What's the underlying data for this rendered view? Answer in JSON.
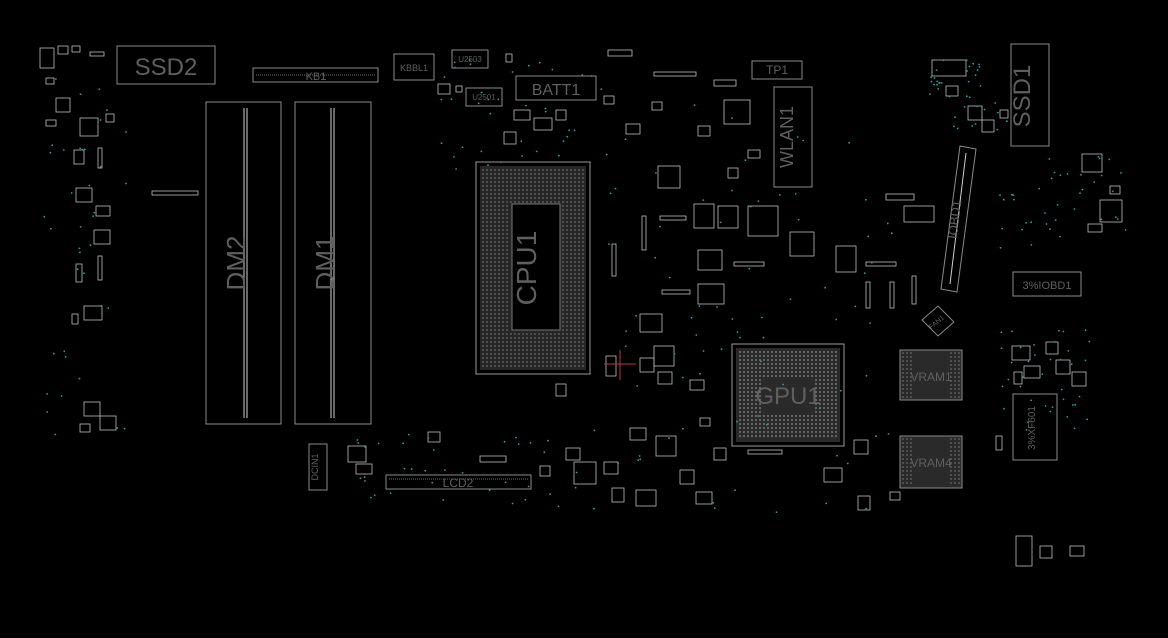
{
  "board": {
    "background_color": "#000000",
    "outline_color": "#8a8a8a",
    "label_color": "#5f5f5f",
    "via_color": "#1fa3a8"
  },
  "labels": {
    "ssd2": "SSD2",
    "kb1": "KB1",
    "kbbl1": "KBBL1",
    "u2503": "U2503",
    "u2501": "U2501",
    "batt1": "BATT1",
    "tp1": "TP1",
    "wlan1": "WLAN1",
    "ssd1": "SSD1",
    "dm2": "DM2",
    "dm1": "DM1",
    "cpu1_top": "CPU1",
    "iobd1": "IOBD1",
    "iobd1_conn": "3%IOBD1",
    "fan1": "FAN1",
    "vram1": "VRAM1",
    "gpu1": "GPU1",
    "vram4": "VRAM4",
    "xf601": "3%XF601",
    "dcin1": "DCIN1",
    "lcd2": "LCD2"
  }
}
